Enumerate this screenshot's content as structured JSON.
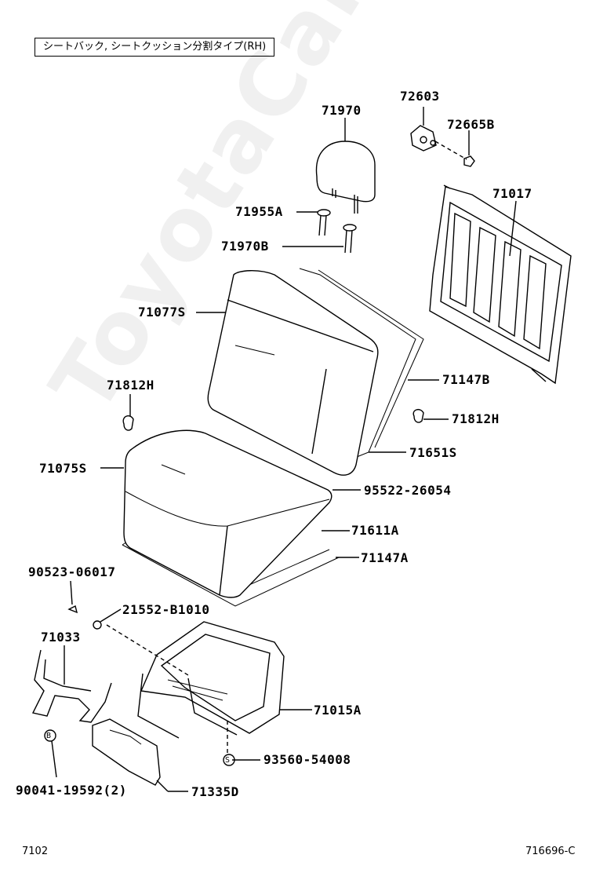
{
  "title": "シートバック, シートクッション分割タイプ(RH)",
  "watermark": "ToyotaCarMine.ru",
  "page_number": "7102",
  "figure_code": "716696-C",
  "markers": {
    "b": "B",
    "s": "S"
  },
  "parts": {
    "p71970": "71970",
    "p72603": "72603",
    "p72665B": "72665B",
    "p71017": "71017",
    "p71955A": "71955A",
    "p71970B": "71970B",
    "p71077S": "71077S",
    "p71147B": "71147B",
    "p71812H_left": "71812H",
    "p71812H_right": "71812H",
    "p71651S": "71651S",
    "p71075S": "71075S",
    "p95522": "95522-26054",
    "p71611A": "71611A",
    "p71147A": "71147A",
    "p90523": "90523-06017",
    "p21552": "21552-B1010",
    "p71033": "71033",
    "p71015A": "71015A",
    "p93560": "93560-54008",
    "p90041": "90041-19592(2)",
    "p71335D": "71335D"
  }
}
